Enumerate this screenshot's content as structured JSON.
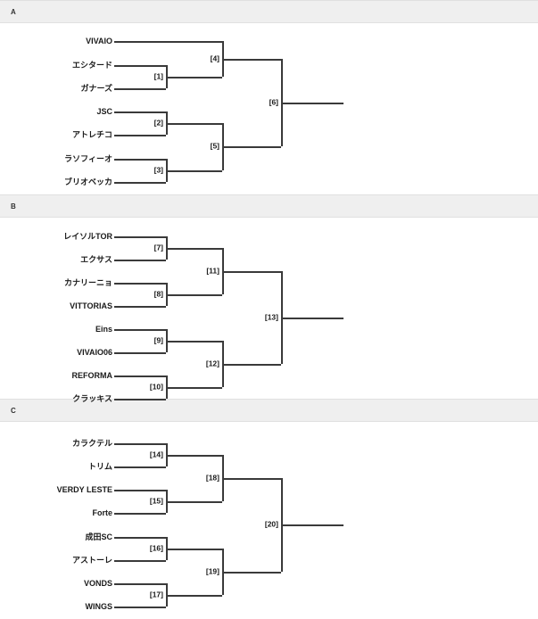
{
  "page": {
    "title": "Tournament Bracket",
    "line_color": "#3a3a3a",
    "header_bg": "#efefef",
    "header_border": "#e0e0e0",
    "text_color": "#1a1a1a"
  },
  "groups": [
    {
      "letter": "A",
      "teams": [
        "VIVAIO",
        "エシタード",
        "ガナーズ",
        "JSC",
        "アトレチコ",
        "ラソフィーオ",
        "ブリオベッカ"
      ],
      "matches": {
        "r1": [
          "[1]",
          "[2]",
          "[3]"
        ],
        "r2": [
          "[4]",
          "[5]"
        ],
        "r3": [
          "[6]"
        ]
      }
    },
    {
      "letter": "B",
      "teams": [
        "レイソルTOR",
        "エクサス",
        "カナリーニョ",
        "VITTORIAS",
        "Eins",
        "VIVAIO06",
        "REFORMA",
        "クラッキス"
      ],
      "matches": {
        "r1": [
          "[7]",
          "[8]",
          "[9]",
          "[10]"
        ],
        "r2": [
          "[11]",
          "[12]"
        ],
        "r3": [
          "[13]"
        ]
      }
    },
    {
      "letter": "C",
      "teams": [
        "カラクテル",
        "トリム",
        "VERDY LESTE",
        "Forte",
        "成田SC",
        "アストーレ",
        "VONDS",
        "WINGS"
      ],
      "matches": {
        "r1": [
          "[14]",
          "[15]",
          "[16]",
          "[17]"
        ],
        "r2": [
          "[18]",
          "[19]"
        ],
        "r3": [
          "[20]"
        ]
      }
    }
  ]
}
